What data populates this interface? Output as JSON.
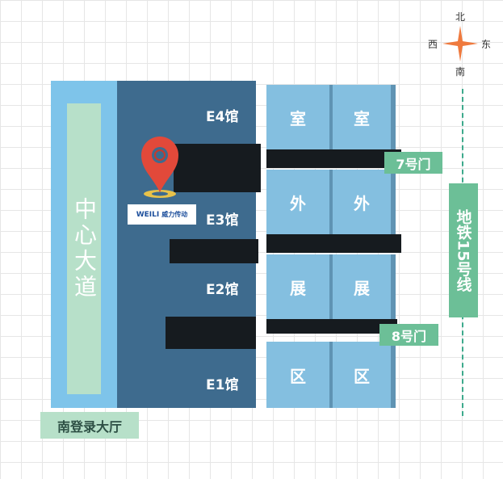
{
  "compass": {
    "north": "北",
    "south": "南",
    "west": "西",
    "east": "东"
  },
  "avenue": "中心大道",
  "halls": [
    "E4馆",
    "E3馆",
    "E2馆",
    "E1馆"
  ],
  "outdoor_blocks": {
    "column1": [
      "室",
      "外",
      "展",
      "区"
    ],
    "column2": [
      "室",
      "外",
      "展",
      "区"
    ]
  },
  "gates": {
    "gate7": "7号门",
    "gate8": "8号门"
  },
  "metro": "地铁15号线",
  "lobby": "南登录大厅",
  "exhibitor": {
    "brand": "WEILI",
    "name": "威力传动"
  },
  "colors": {
    "building": "#3e6b8e",
    "block": "#84bfe0",
    "gate": "#6cbf97",
    "pin": "#e2493a"
  }
}
